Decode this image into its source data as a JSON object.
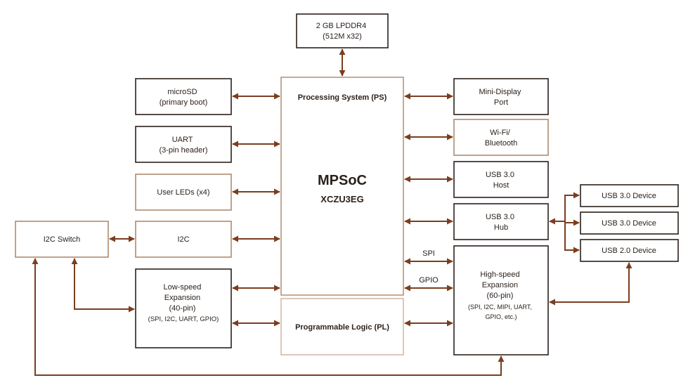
{
  "colors": {
    "arrow": "#7a3e1f",
    "box_border_dark": "#2b211b",
    "box_border_light": "#b08a6e",
    "soc_border": "#b89478",
    "text": "#2b211b"
  },
  "blocks": {
    "lpddr4": {
      "lines": [
        "2 GB LPDDR4",
        "(512M x32)"
      ]
    },
    "microsd": {
      "lines": [
        "microSD",
        "(primary boot)"
      ]
    },
    "uart": {
      "lines": [
        "UART",
        "(3-pin header)"
      ]
    },
    "user_leds": {
      "lines": [
        "User LEDs (x4)"
      ]
    },
    "i2c": {
      "lines": [
        "I2C"
      ]
    },
    "i2c_switch": {
      "lines": [
        "I2C Switch"
      ]
    },
    "low_speed": {
      "lines": [
        "Low-speed",
        "Expansion",
        "(40-pin)",
        "(SPI, I2C, UART, GPIO)"
      ]
    },
    "ps": {
      "lines": [
        "Processing System (PS)"
      ]
    },
    "mpsoc": {
      "title": "MPSoC",
      "subtitle": "XCZU3EG"
    },
    "pl": {
      "lines": [
        "Programmable Logic (PL)"
      ]
    },
    "mini_dp": {
      "lines": [
        "Mini-Display",
        "Port"
      ]
    },
    "wifi": {
      "lines": [
        "Wi-Fi/",
        "Bluetooth"
      ]
    },
    "usb_host": {
      "lines": [
        "USB 3.0",
        "Host"
      ]
    },
    "usb_hub": {
      "lines": [
        "USB 3.0",
        "Hub"
      ]
    },
    "high_speed": {
      "lines": [
        "High-speed",
        "Expansion",
        "(60-pin)",
        "(SPI, I2C, MIPI, UART,",
        "GPIO, etc.)"
      ]
    },
    "usb_dev1": {
      "lines": [
        "USB 3.0 Device"
      ]
    },
    "usb_dev2": {
      "lines": [
        "USB 3.0 Device"
      ]
    },
    "usb_dev3": {
      "lines": [
        "USB 2.0 Device"
      ]
    }
  },
  "edge_labels": {
    "spi": "SPI",
    "gpio": "GPIO"
  }
}
